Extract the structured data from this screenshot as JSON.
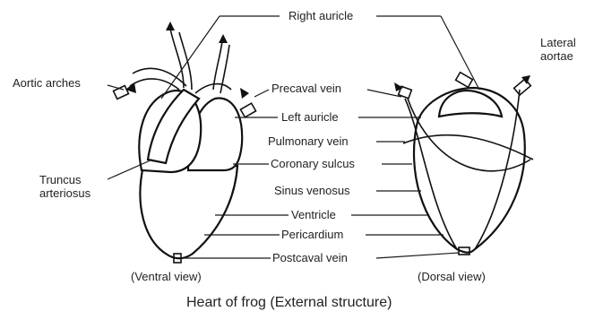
{
  "title": "Heart of frog (External structure)",
  "captions": {
    "ventral": "(Ventral view)",
    "dorsal": "(Dorsal view)"
  },
  "labels": {
    "right_auricle": "Right auricle",
    "lateral_aortae": [
      "Lateral",
      "aortae"
    ],
    "aortic_arches": "Aortic arches",
    "precaval_vein": "Precaval vein",
    "left_auricle": "Left auricle",
    "pulmonary_vein": "Pulmonary vein",
    "coronary_sulcus": "Coronary sulcus",
    "truncus_arteriosus": [
      "Truncus",
      "arteriosus"
    ],
    "sinus_venosus": "Sinus venosus",
    "ventricle": "Ventricle",
    "pericardium": "Pericardium",
    "postcaval_vein": "Postcaval vein"
  }
}
